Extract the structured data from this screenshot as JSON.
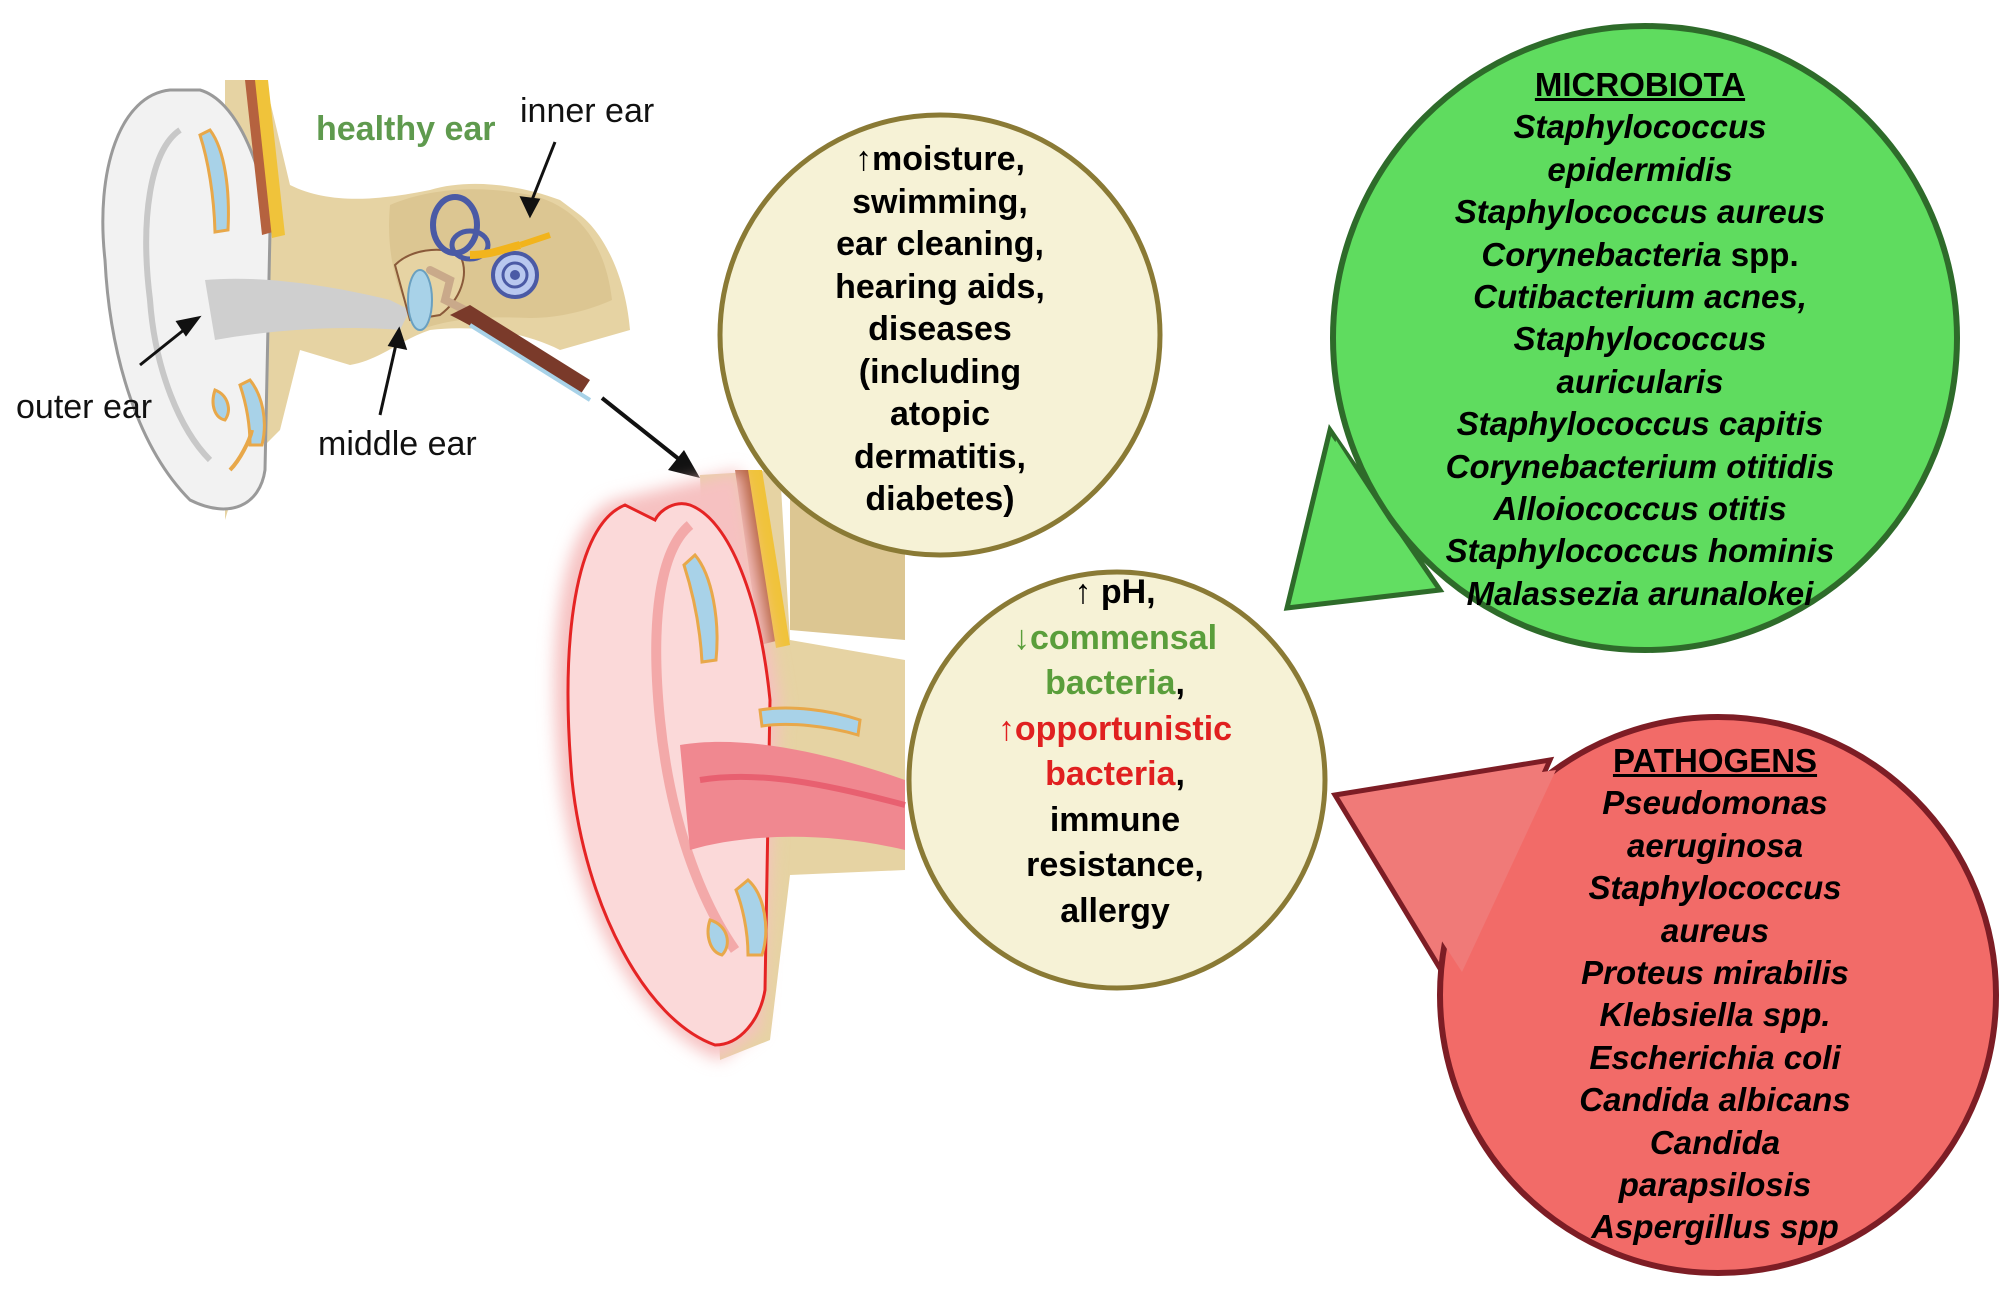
{
  "labels": {
    "healthy_ear": "healthy ear",
    "inner_ear": "inner ear",
    "outer_ear": "outer ear",
    "middle_ear": "middle ear"
  },
  "risk_factors": {
    "lines": [
      "↑moisture,",
      "swimming,",
      "ear cleaning,",
      "hearing aids,",
      "diseases",
      "(including",
      "atopic",
      "dermatitis,",
      "diabetes)"
    ]
  },
  "ear_state": {
    "line1": "↑ pH,",
    "commensal_1": "↓commensal",
    "commensal_2": "bacteria",
    "comma": ",",
    "opportunistic_1": "↑opportunistic",
    "opportunistic_2": "bacteria",
    "line_immune": "immune",
    "line_resistance": "resistance,",
    "line_allergy": "allergy"
  },
  "microbiota": {
    "title": "MICROBIOTA",
    "items": [
      "Staphylococcus",
      "epidermidis",
      "Staphylococcus aureus",
      "Corynebacteria",
      "Cutibacterium acnes,",
      "Staphylococcus",
      "auricularis",
      "Staphylococcus capitis",
      "Corynebacterium otitidis",
      "Alloiococcus otitis",
      "Staphylococcus hominis",
      "Malassezia arunalokei"
    ],
    "spp_suffix": " spp."
  },
  "pathogens": {
    "title": "PATHOGENS",
    "items": [
      "Pseudomonas",
      "aeruginosa",
      "Staphylococcus",
      "aureus",
      "Proteus mirabilis",
      "Klebsiella spp.",
      "Escherichia coli",
      "Candida albicans",
      "Candida",
      "parapsilosis",
      "Aspergillus spp"
    ]
  },
  "colors": {
    "healthy_green": "#5f9a4e",
    "bubble_cream": "#f6f2d6",
    "bubble_border": "#8a7a35",
    "micro_fill": "#5fdc5f",
    "micro_border": "#2e6b2a",
    "patho_fill": "#f26b68",
    "patho_border": "#7d1d25"
  }
}
